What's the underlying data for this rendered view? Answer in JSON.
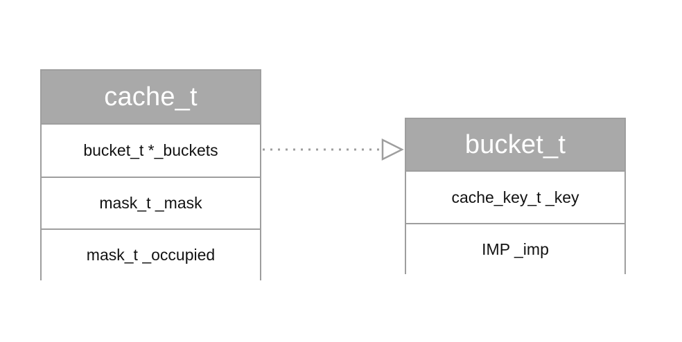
{
  "diagram": {
    "type": "uml-class-diagram",
    "background_color": "#ffffff",
    "header_color": "#a9a9a9",
    "header_text_color": "#ffffff",
    "border_color": "#9e9e9e",
    "body_text_color": "#121212",
    "classes": [
      {
        "id": "cache-t",
        "name": "cache_t",
        "attributes": [
          "bucket_t *_buckets",
          "mask_t _mask",
          "mask_t _occupied"
        ]
      },
      {
        "id": "bucket-t",
        "name": "bucket_t",
        "attributes": [
          "cache_key_t _key",
          "IMP _imp"
        ]
      }
    ],
    "relationships": [
      {
        "id": "cache-t-to-bucket-t",
        "kind": "dependency",
        "line_style": "dotted",
        "arrowhead": "hollow-triangle",
        "from": "cache_t",
        "to": "bucket_t",
        "color": "#9e9e9e"
      }
    ]
  }
}
